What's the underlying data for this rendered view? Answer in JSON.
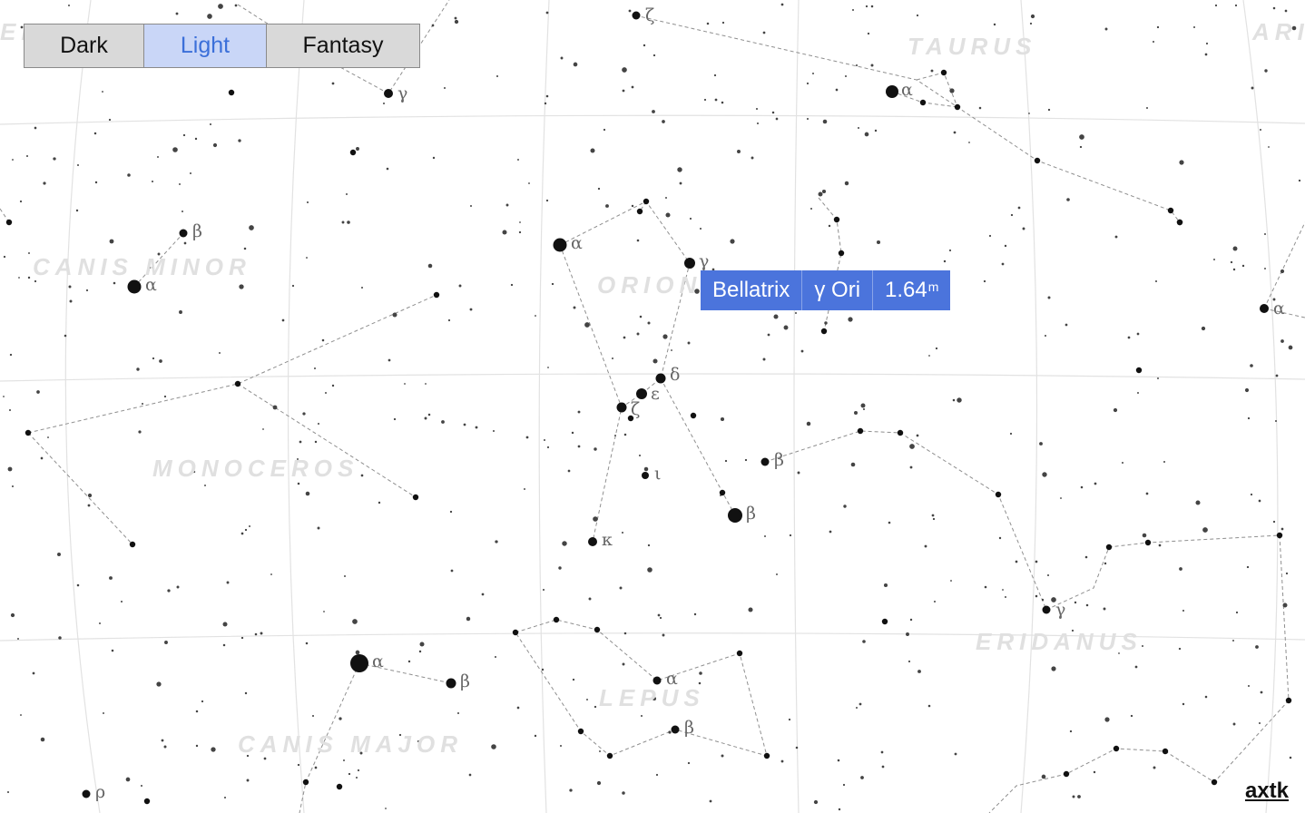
{
  "theme_selector": {
    "options": [
      {
        "label": "Dark",
        "active": false
      },
      {
        "label": "Light",
        "active": true
      },
      {
        "label": "Fantasy",
        "active": false
      }
    ],
    "active_color": "#3b6fd9"
  },
  "tooltip": {
    "name": "Bellatrix",
    "designation": "γ Ori",
    "magnitude": "1.64",
    "magnitude_unit": "m",
    "color": "#4b74dc"
  },
  "credit": "axtk",
  "constellations": [
    "TAURUS",
    "ARI",
    "CANIS MINOR",
    "ORION",
    "MONOCEROS",
    "ERIDANUS",
    "LEPUS",
    "CANIS MAJOR",
    "ER"
  ],
  "star_labels": [
    "ζ",
    "γ",
    "α",
    "α",
    "β",
    "α",
    "α",
    "γ",
    "δ",
    "ε",
    "ζ",
    "ι",
    "β",
    "β",
    "κ",
    "γ",
    "α",
    "β",
    "α",
    "β",
    "ρ"
  ]
}
